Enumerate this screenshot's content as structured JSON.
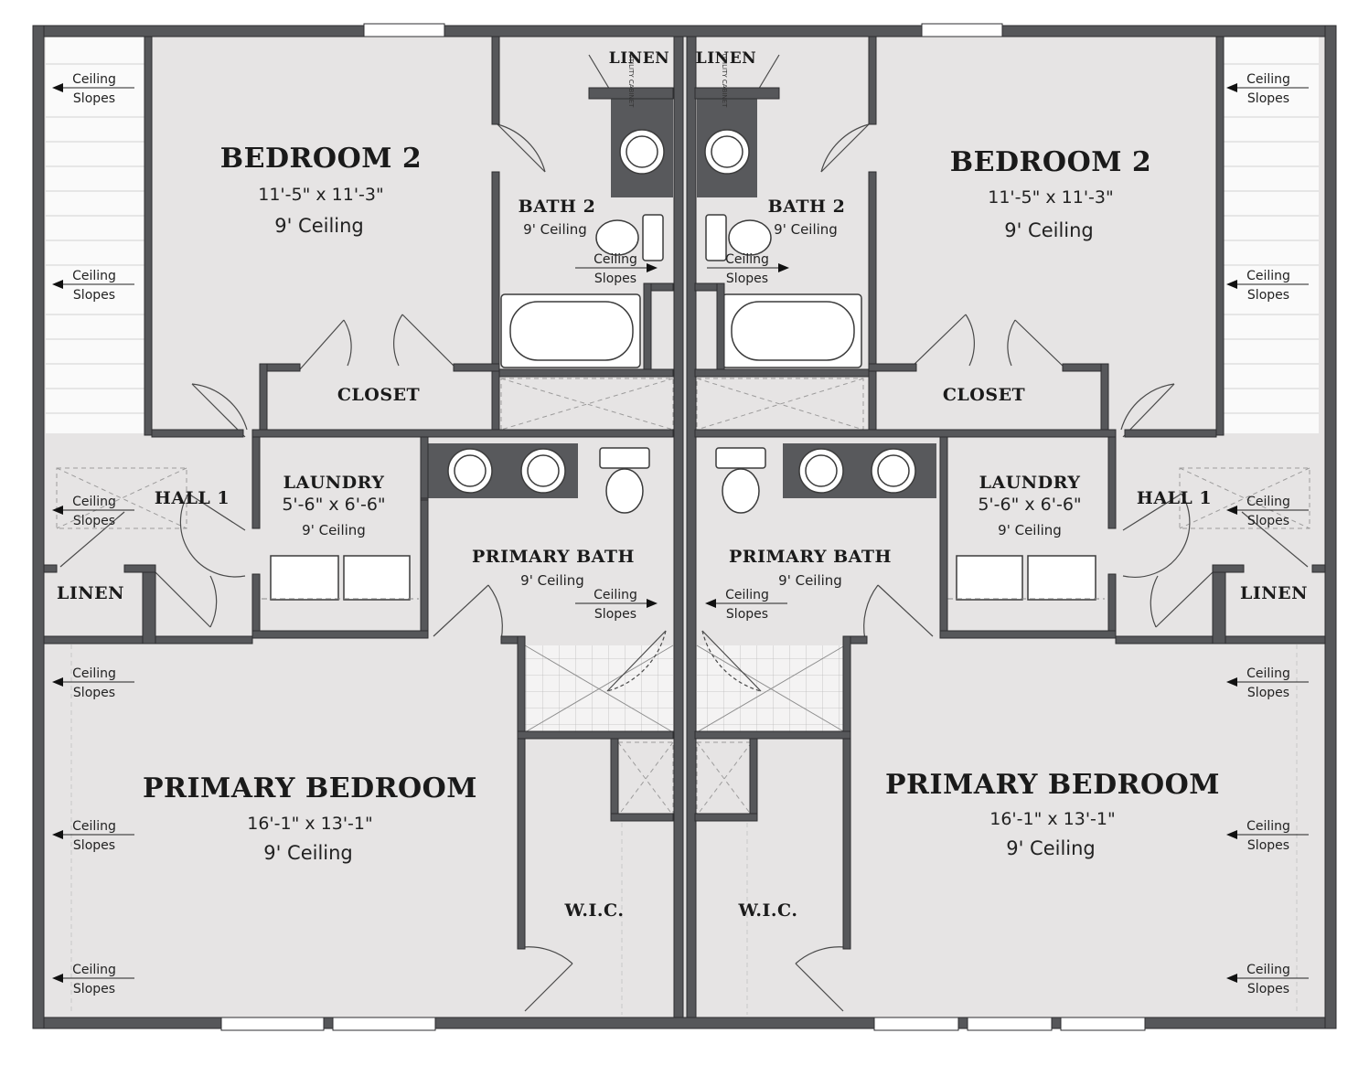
{
  "colors": {
    "wall": "#56575a",
    "wall_edge": "#2d2e30",
    "floor": "#e6e4e4",
    "fixture": "#ffffff",
    "dark_counter": "#58595c",
    "text": "#1a1a1a"
  },
  "units": [
    {
      "side": "left",
      "bedroom2": {
        "title": "BEDROOM 2",
        "size": "11'-5\" x 11'-3\"",
        "ceiling": "9' Ceiling"
      },
      "bath2": {
        "title": "BATH 2",
        "ceiling": "9' Ceiling"
      },
      "linen_top": "LINEN",
      "utility_cabinet": "UTILITY CABINET",
      "closet": "CLOSET",
      "hall": "HALL 1",
      "linen_side": "LINEN",
      "laundry": {
        "title": "LAUNDRY",
        "size": "5'-6\" x 6'-6\"",
        "ceiling": "9' Ceiling"
      },
      "primary_bath": {
        "title": "PRIMARY BATH",
        "ceiling": "9' Ceiling"
      },
      "primary_bedroom": {
        "title": "PRIMARY BEDROOM",
        "size": "16'-1\" x 13'-1\"",
        "ceiling": "9' Ceiling"
      },
      "wic": "W.I.C."
    },
    {
      "side": "right",
      "bedroom2": {
        "title": "BEDROOM 2",
        "size": "11'-5\" x 11'-3\"",
        "ceiling": "9' Ceiling"
      },
      "bath2": {
        "title": "BATH 2",
        "ceiling": "9' Ceiling"
      },
      "linen_top": "LINEN",
      "utility_cabinet": "UTILITY CABINET",
      "closet": "CLOSET",
      "hall": "HALL 1",
      "linen_side": "LINEN",
      "laundry": {
        "title": "LAUNDRY",
        "size": "5'-6\" x 6'-6\"",
        "ceiling": "9' Ceiling"
      },
      "primary_bath": {
        "title": "PRIMARY BATH",
        "ceiling": "9' Ceiling"
      },
      "primary_bedroom": {
        "title": "PRIMARY BEDROOM",
        "size": "16'-1\" x 13'-1\"",
        "ceiling": "9' Ceiling"
      },
      "wic": "W.I.C."
    }
  ],
  "slope_note": {
    "line1": "Ceiling",
    "line2": "Slopes"
  }
}
